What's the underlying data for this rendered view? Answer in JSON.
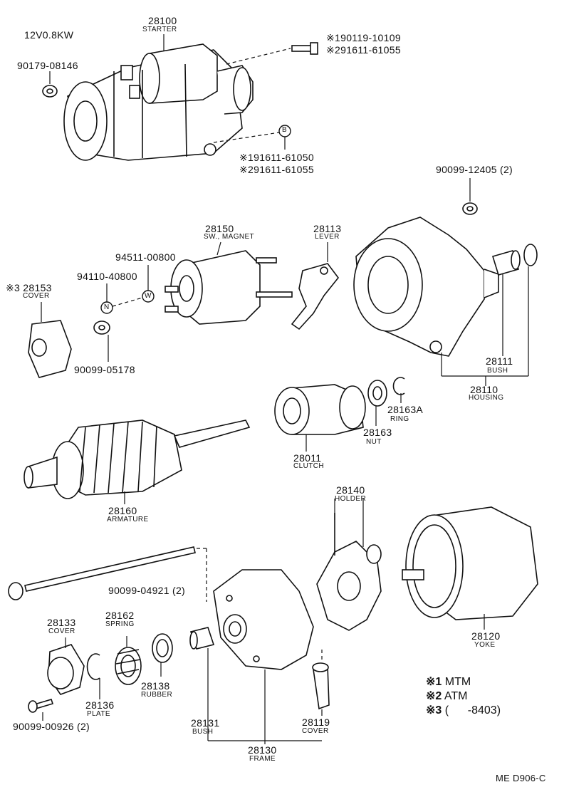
{
  "header": {
    "spec": "12V0.8KW",
    "code": "ME D906-C"
  },
  "parts": [
    {
      "id": "starter",
      "number": "28100",
      "name": "STARTER"
    },
    {
      "id": "starter-nut",
      "number": "90179-08146",
      "name": ""
    },
    {
      "id": "bolt-a1",
      "number": "※190119-10109",
      "name": ""
    },
    {
      "id": "bolt-a2",
      "number": "※291611-61055",
      "name": ""
    },
    {
      "id": "bolt-b1",
      "number": "※191611-61050",
      "name": ""
    },
    {
      "id": "bolt-b2",
      "number": "※291611-61055",
      "name": ""
    },
    {
      "id": "washer-top",
      "number": "90099-12405 (2)",
      "name": ""
    },
    {
      "id": "magnet-switch",
      "number": "28150",
      "name": "SW., MAGNET"
    },
    {
      "id": "lever",
      "number": "28113",
      "name": "LEVER"
    },
    {
      "id": "washer-w",
      "number": "94511-00800",
      "name": ""
    },
    {
      "id": "nut-n",
      "number": "94110-40800",
      "name": ""
    },
    {
      "id": "cover-small",
      "number": "※3 28153",
      "name": "COVER"
    },
    {
      "id": "grommet",
      "number": "90099-05178",
      "name": ""
    },
    {
      "id": "bush-housing",
      "number": "28111",
      "name": "BUSH"
    },
    {
      "id": "housing",
      "number": "28110",
      "name": "HOUSING"
    },
    {
      "id": "ring",
      "number": "28163A",
      "name": "RING"
    },
    {
      "id": "nut",
      "number": "28163",
      "name": "NUT"
    },
    {
      "id": "clutch",
      "number": "28011",
      "name": "CLUTCH"
    },
    {
      "id": "armature",
      "number": "28160",
      "name": "ARMATURE"
    },
    {
      "id": "holder",
      "number": "28140",
      "name": "HOLDER"
    },
    {
      "id": "through-bolt",
      "number": "90099-04921 (2)",
      "name": ""
    },
    {
      "id": "end-cover",
      "number": "28133",
      "name": "COVER"
    },
    {
      "id": "spring",
      "number": "28162",
      "name": "SPRING"
    },
    {
      "id": "yoke",
      "number": "28120",
      "name": "YOKE"
    },
    {
      "id": "rubber",
      "number": "28138",
      "name": "RUBBER"
    },
    {
      "id": "plate",
      "number": "28136",
      "name": "PLATE"
    },
    {
      "id": "screw",
      "number": "90099-00926 (2)",
      "name": ""
    },
    {
      "id": "bush-frame",
      "number": "28131",
      "name": "BUSH"
    },
    {
      "id": "cover-frame",
      "number": "28119",
      "name": "COVER"
    },
    {
      "id": "frame",
      "number": "28130",
      "name": "FRAME"
    }
  ],
  "markers": {
    "b": "B",
    "n": "N",
    "w": "W"
  },
  "legend": [
    {
      "mark": "※1",
      "text": "MTM"
    },
    {
      "mark": "※2",
      "text": "ATM"
    },
    {
      "mark": "※3",
      "text": "(      -8403)"
    }
  ]
}
